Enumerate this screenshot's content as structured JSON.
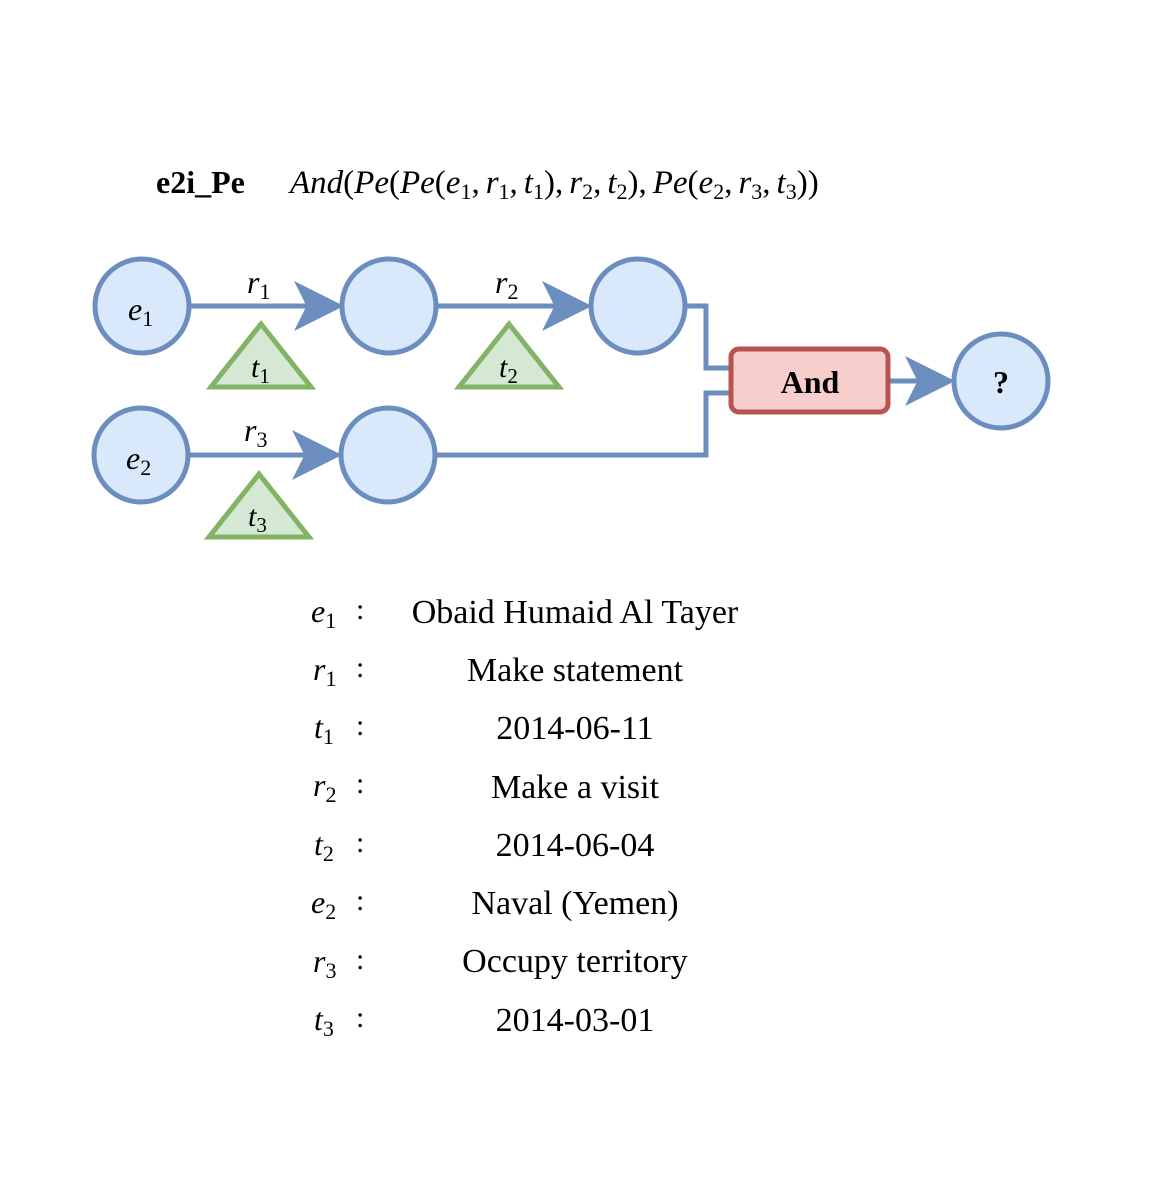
{
  "query": {
    "name": "e2i_Pe",
    "formula": {
      "and": "And",
      "pe": "Pe",
      "open": "(",
      "close": ")",
      "comma": ",",
      "e": "e",
      "r": "r",
      "t": "t",
      "sub1": "1",
      "sub2": "2",
      "sub3": "3"
    }
  },
  "nodes": {
    "e1": {
      "base": "e",
      "sub": "1"
    },
    "e2": {
      "base": "e",
      "sub": "2"
    },
    "answer": "?"
  },
  "edges": {
    "r1": {
      "base": "r",
      "sub": "1"
    },
    "r2": {
      "base": "r",
      "sub": "2"
    },
    "r3": {
      "base": "r",
      "sub": "3"
    }
  },
  "times": {
    "t1": {
      "base": "t",
      "sub": "1"
    },
    "t2": {
      "base": "t",
      "sub": "2"
    },
    "t3": {
      "base": "t",
      "sub": "3"
    }
  },
  "operator": {
    "label": "And"
  },
  "legend": {
    "colon": ":",
    "items": [
      {
        "base": "e",
        "sub": "1",
        "value": "Obaid Humaid Al Tayer"
      },
      {
        "base": "r",
        "sub": "1",
        "value": "Make statement"
      },
      {
        "base": "t",
        "sub": "1",
        "value": "2014-06-11"
      },
      {
        "base": "r",
        "sub": "2",
        "value": "Make a visit"
      },
      {
        "base": "t",
        "sub": "2",
        "value": "2014-06-04"
      },
      {
        "base": "e",
        "sub": "2",
        "value": "Naval (Yemen)"
      },
      {
        "base": "r",
        "sub": "3",
        "value": "Occupy territory"
      },
      {
        "base": "t",
        "sub": "3",
        "value": "2014-03-01"
      }
    ]
  },
  "colors": {
    "entity_fill": "#dae8fc",
    "entity_stroke": "#6c8ebf",
    "time_fill": "#d5e8d4",
    "time_stroke": "#82b366",
    "op_fill": "#f8cecc",
    "op_stroke": "#b85450"
  }
}
